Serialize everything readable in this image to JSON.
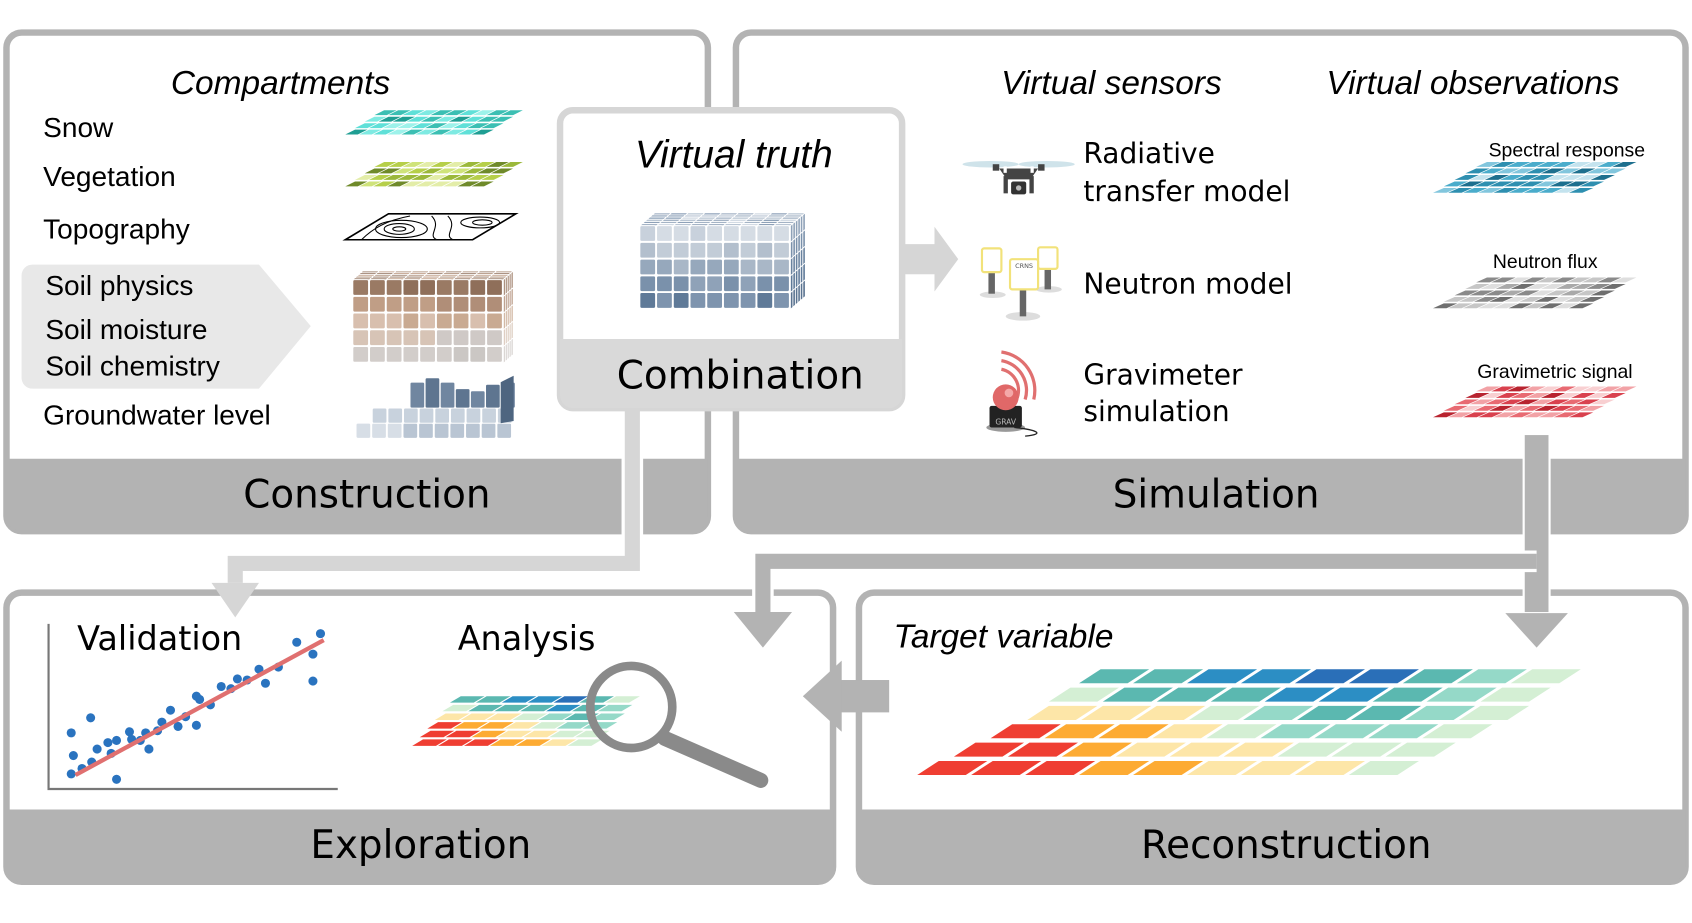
{
  "diagram": {
    "colors": {
      "panel_border": "#b3b3b3",
      "panel_footer": "#b3b3b3",
      "combination_border": "#d6d6d6",
      "combination_footer": "#d9d9d9",
      "soil_highlight": "#e8e8e8",
      "arrow_light": "#d6d6d6",
      "arrow_dark": "#b3b3b3",
      "regression_line": "#e07070",
      "scatter_point": "#2a73bf",
      "magnifier": "#8a8a8a"
    },
    "construction": {
      "footer_label": "Construction",
      "heading": "Compartments",
      "compartments": [
        {
          "label": "Snow",
          "icon": "snow-grid-icon"
        },
        {
          "label": "Vegetation",
          "icon": "vegetation-grid-icon"
        },
        {
          "label": "Topography",
          "icon": "topography-contour-icon"
        },
        {
          "label": "Soil physics",
          "icon": "soil-cube-icon"
        },
        {
          "label": "Soil moisture",
          "icon": "soil-cube-icon"
        },
        {
          "label": "Soil chemistry",
          "icon": "soil-cube-icon"
        },
        {
          "label": "Groundwater level",
          "icon": "groundwater-blocks-icon"
        }
      ]
    },
    "combination": {
      "heading": "Virtual truth",
      "footer_label": "Combination",
      "icon": "virtual-truth-cube-icon"
    },
    "simulation": {
      "footer_label": "Simulation",
      "sensors_heading": "Virtual sensors",
      "observations_heading": "Virtual observations",
      "sensors": [
        {
          "label_line1": "Radiative",
          "label_line2": "transfer model",
          "icon": "drone-icon",
          "observation": "Spectral response"
        },
        {
          "label_line1": "Neutron model",
          "label_line2": "",
          "icon": "crns-sensor-icon",
          "icon_text": "CRNS",
          "observation": "Neutron flux"
        },
        {
          "label_line1": "Gravimeter",
          "label_line2": "simulation",
          "icon": "gravimeter-icon",
          "icon_text": "GRAV",
          "observation": "Gravimetric signal"
        }
      ]
    },
    "exploration": {
      "footer_label": "Exploration",
      "validation_label": "Validation",
      "analysis_label": "Analysis"
    },
    "reconstruction": {
      "footer_label": "Reconstruction",
      "heading": "Target variable"
    }
  }
}
